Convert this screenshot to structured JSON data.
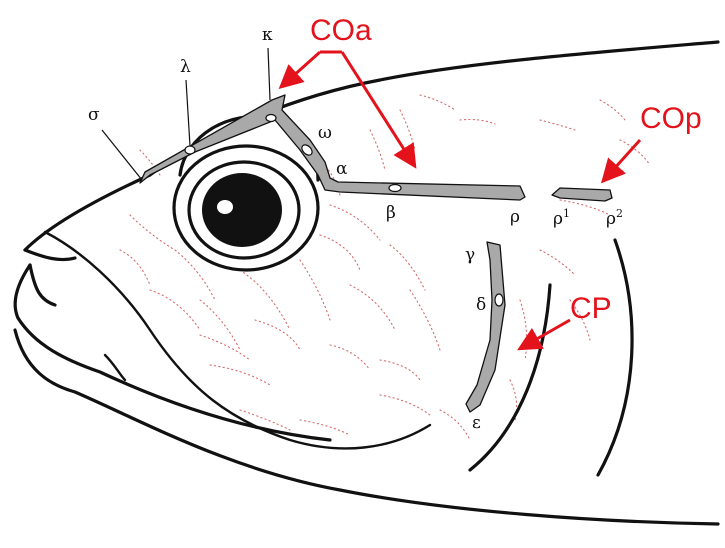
{
  "labels": {
    "COa": "COa",
    "COp": "COp",
    "CP": "CP"
  },
  "greek": {
    "sigma": "σ",
    "lambda": "λ",
    "kappa": "κ",
    "omega": "ω",
    "alpha": "α",
    "beta": "β",
    "rho": "ρ",
    "rho1_base": "ρ",
    "rho1_sup": "1",
    "rho2_base": "ρ",
    "rho2_sup": "2",
    "gamma": "γ",
    "delta": "δ",
    "epsilon": "ε"
  },
  "colors": {
    "arrow": "#e3121b",
    "canal_fill": "#a9a9a9",
    "outline": "#111111",
    "dots": "#d46a6a"
  }
}
